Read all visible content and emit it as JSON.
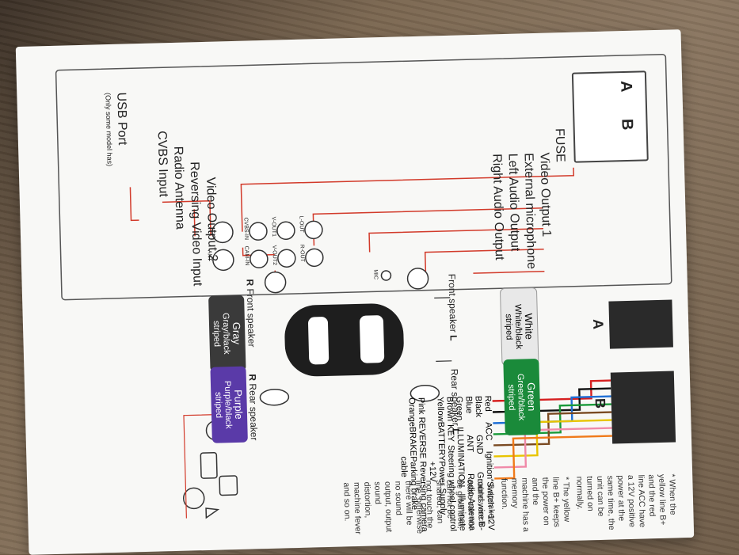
{
  "outputs": {
    "fuse": "FUSE",
    "video_output_1": "Video Output 1",
    "external_microphone": "External microphone",
    "left_audio_output": "Left Audio Output",
    "right_audio_output": "Right Audio Output",
    "usb_port": "USB Port",
    "usb_note": "(Only some model has)",
    "cvbs_input": "CVBS Input",
    "radio_antenna": "Radio Antenna",
    "reversing_video_input": "Reversing Video Input",
    "video_output_2": "Video Output 2"
  },
  "port_labels": [
    "L-OUT",
    "V-OUT1",
    "CVBS-IN",
    "R-OUT",
    "V-OUT2",
    "CAM-IN",
    "ANT",
    "MIC"
  ],
  "connectors": {
    "a": "A",
    "b": "B"
  },
  "speakers": {
    "front_left": "Front speaker",
    "front_left_badge": "L",
    "front_right": "Front speaker",
    "front_right_badge": "R",
    "rear_left": "Rear speaker",
    "rear_left_badge": "L",
    "rear_right": "Rear speaker",
    "rear_right_badge": "R",
    "white": "White",
    "white_black": "White/black striped",
    "green": "Green",
    "green_black": "Green/black striped",
    "gray": "Gray",
    "gray_black": "Gray/black striped",
    "purple": "Purple",
    "purple_black": "Purple/black striped"
  },
  "wires": [
    {
      "color": "Red",
      "code": "ACC",
      "desc": "Ignition Switch +12V",
      "hex": "#d62020"
    },
    {
      "color": "Black",
      "code": "GND",
      "desc": "Ground wire B-",
      "hex": "#111111"
    },
    {
      "color": "Blue",
      "code": "ANT",
      "desc": "Radio Antenna",
      "hex": "#1f6fd6"
    },
    {
      "color": "Green",
      "code": "ILLUMINATION",
      "desc": "Illuminate",
      "hex": "#1a9a3a"
    },
    {
      "color": "Brown",
      "code": "KEY",
      "desc": "Steering wheel control",
      "hex": "#7a4a22"
    },
    {
      "color": "Yellow",
      "code": "BATTERY",
      "desc": "Power Supply +12V",
      "hex": "#e8c400"
    },
    {
      "color": "Pink",
      "code": "REVERSE",
      "desc": "Reversing camera",
      "hex": "#f08aa8"
    },
    {
      "color": "Orange",
      "code": "BRAKE",
      "desc": "Parking brake cable",
      "hex": "#f07a1a"
    }
  ],
  "notes": [
    "* When the yellow line B+ and the red line ACC have a 12V positive power at the same time, the unit can be turned on normally.",
    "* The yellow line B+ keeps the power on and the machine has a memory function.",
    "* 8 speaker cables, each cable can not be grounded, can not be shared, can not touch the line, otherwise there will be no sound output, output sound distortion, machine fever and so on."
  ],
  "colors": {
    "card": "#f8f8f6",
    "red_line": "#d23a2a",
    "green_pill": "#1a8a3a",
    "purple_pill": "#5a3aa8",
    "gray_pill": "#3a3a3a"
  }
}
